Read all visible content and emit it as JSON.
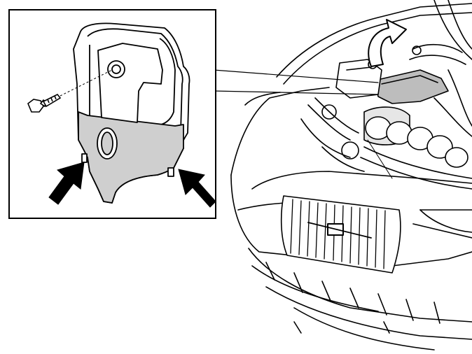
{
  "figure": {
    "inset": {
      "arrows": [
        {
          "icon": "arrow-icon",
          "points_to": "left-clip"
        },
        {
          "icon": "arrow-icon",
          "points_to": "right-clip"
        }
      ],
      "parts": [
        "bolt-icon",
        "timing-cover-icon"
      ]
    },
    "main": {
      "callout_arrow": "curved-arrow-icon",
      "highlight_color": "#bdbdbd",
      "parts": [
        "engine-bay",
        "intake-manifold",
        "front-grille",
        "bumper"
      ]
    },
    "colors": {
      "ink": "#000000",
      "paper": "#ffffff",
      "cover_shade": "#cfcfcf",
      "part_shade": "#bdbdbd"
    }
  }
}
